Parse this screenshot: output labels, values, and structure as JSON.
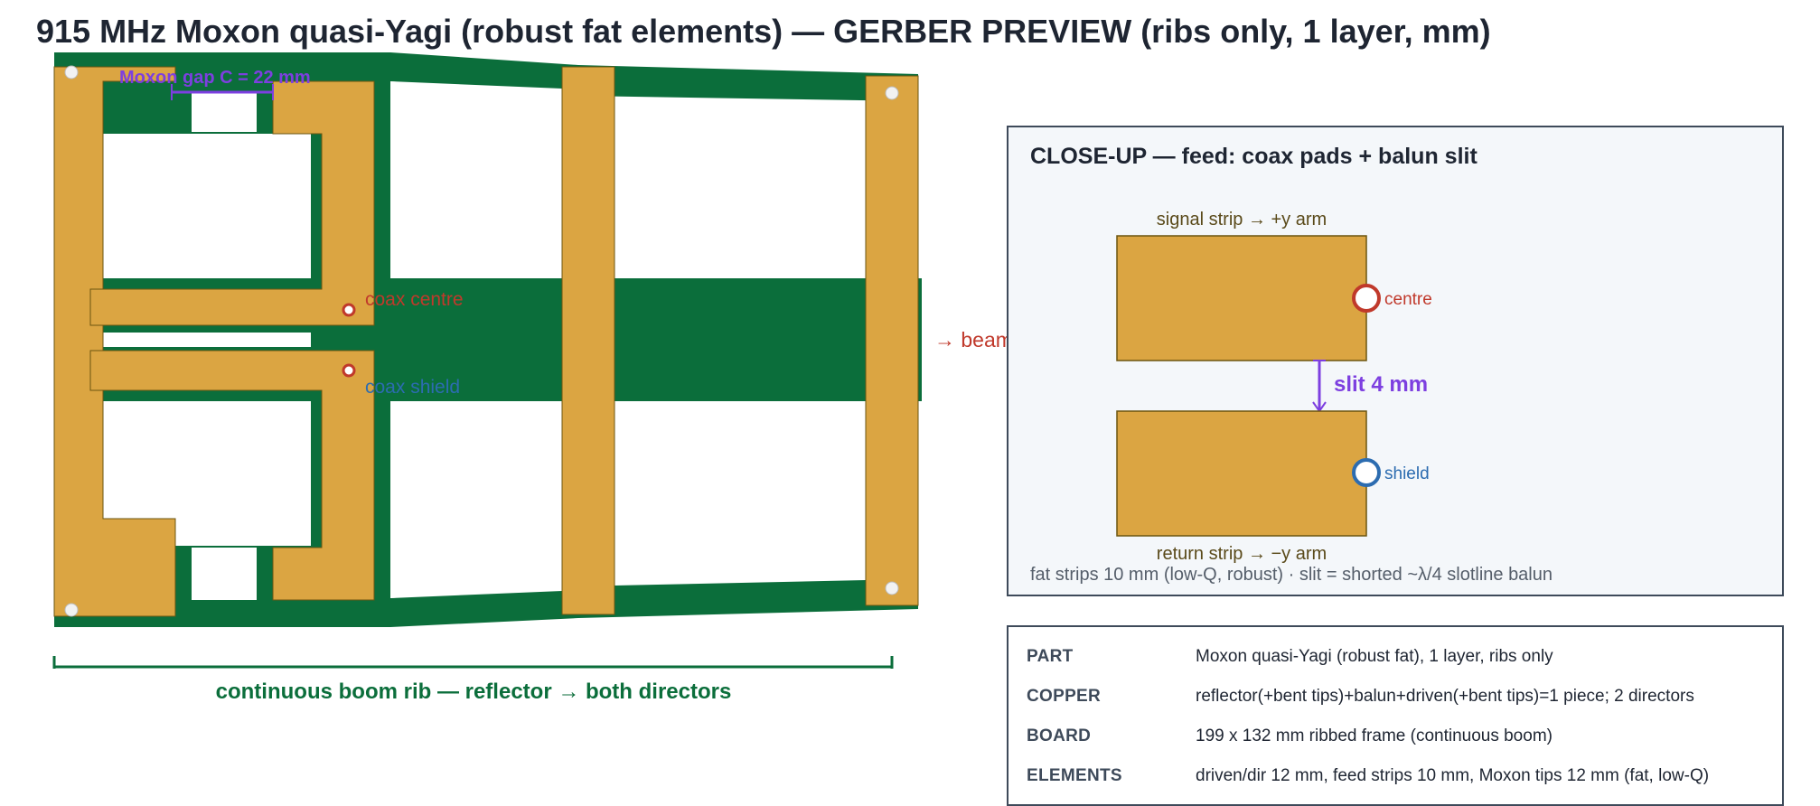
{
  "title": "915 MHz Moxon quasi-Yagi (robust fat elements) — GERBER PREVIEW (ribs only, 1 layer, mm)",
  "colors": {
    "board": "#0b6e3b",
    "copper": "#dba542",
    "copper_outline": "#6b5510",
    "background": "#ffffff",
    "dimension": "#7d3fe0",
    "centre": "#c0392b",
    "shield": "#2c6cb0",
    "boom_label": "#0b6e3b",
    "panel_bg": "#f4f7fa"
  },
  "layout_labels": {
    "moxon_gap": "Moxon gap C = 22 mm",
    "coax_centre": "coax centre",
    "coax_shield": "coax shield",
    "beam": "→ beam",
    "boom_rib": "continuous boom rib — reflector → both directors"
  },
  "closeup": {
    "title": "CLOSE-UP — feed: coax pads + balun slit",
    "signal_strip": "signal strip → +y arm",
    "return_strip": "return strip → −y arm",
    "centre": "centre",
    "shield": "shield",
    "slit": "slit 4 mm",
    "note": "fat strips 10 mm (low-Q, robust) · slit = shorted ~λ/4 slotline balun"
  },
  "specs": [
    {
      "key": "PART",
      "value": "Moxon quasi-Yagi (robust fat), 1 layer, ribs only"
    },
    {
      "key": "COPPER",
      "value": "reflector(+bent tips)+balun+driven(+bent tips)=1 piece; 2 directors"
    },
    {
      "key": "BOARD",
      "value": "199 x 132 mm ribbed frame (continuous boom)"
    },
    {
      "key": "ELEMENTS",
      "value": "driven/dir 12 mm, feed strips 10 mm, Moxon tips 12 mm (fat, low-Q)"
    }
  ]
}
